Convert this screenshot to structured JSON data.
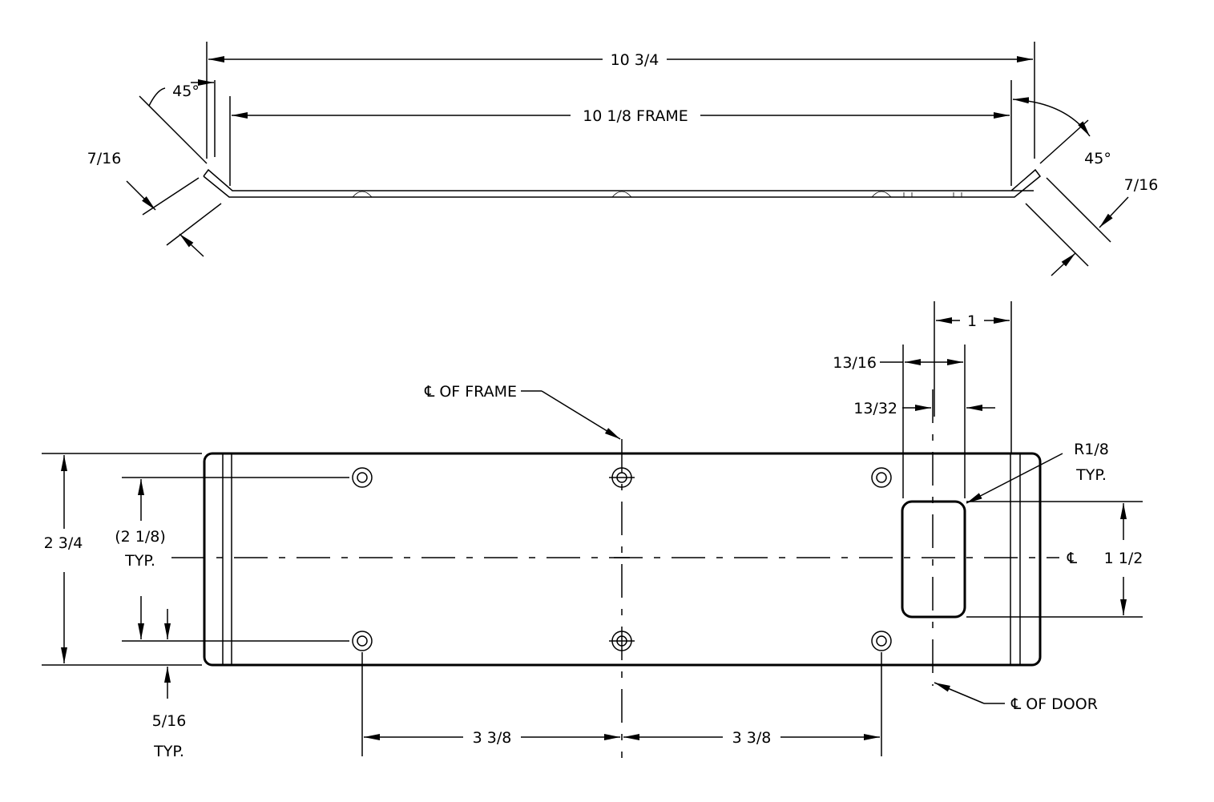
{
  "drawing": {
    "top_view": {
      "overall_width": "10 3/4",
      "frame_width": "10 1/8 FRAME",
      "angle_left": "45°",
      "angle_right": "45°",
      "flange_left": "7/16",
      "flange_right": "7/16"
    },
    "plan_view": {
      "frame_centerline": "℄ OF FRAME",
      "door_centerline": "℄ OF DOOR",
      "centerline_symbol": "℄",
      "dim_1": "1",
      "dim_13_16": "13/16",
      "dim_13_32": "13/32",
      "radius_line1": "R1/8",
      "radius_line2": "TYP.",
      "height": "2 3/4",
      "hole_spacing_line1": "(2 1/8)",
      "hole_spacing_line2": "TYP.",
      "slot_height": "1 1/2",
      "edge_offset_line1": "5/16",
      "edge_offset_line2": "TYP.",
      "spacing_left": "3 3/8",
      "spacing_right": "3 3/8"
    }
  }
}
